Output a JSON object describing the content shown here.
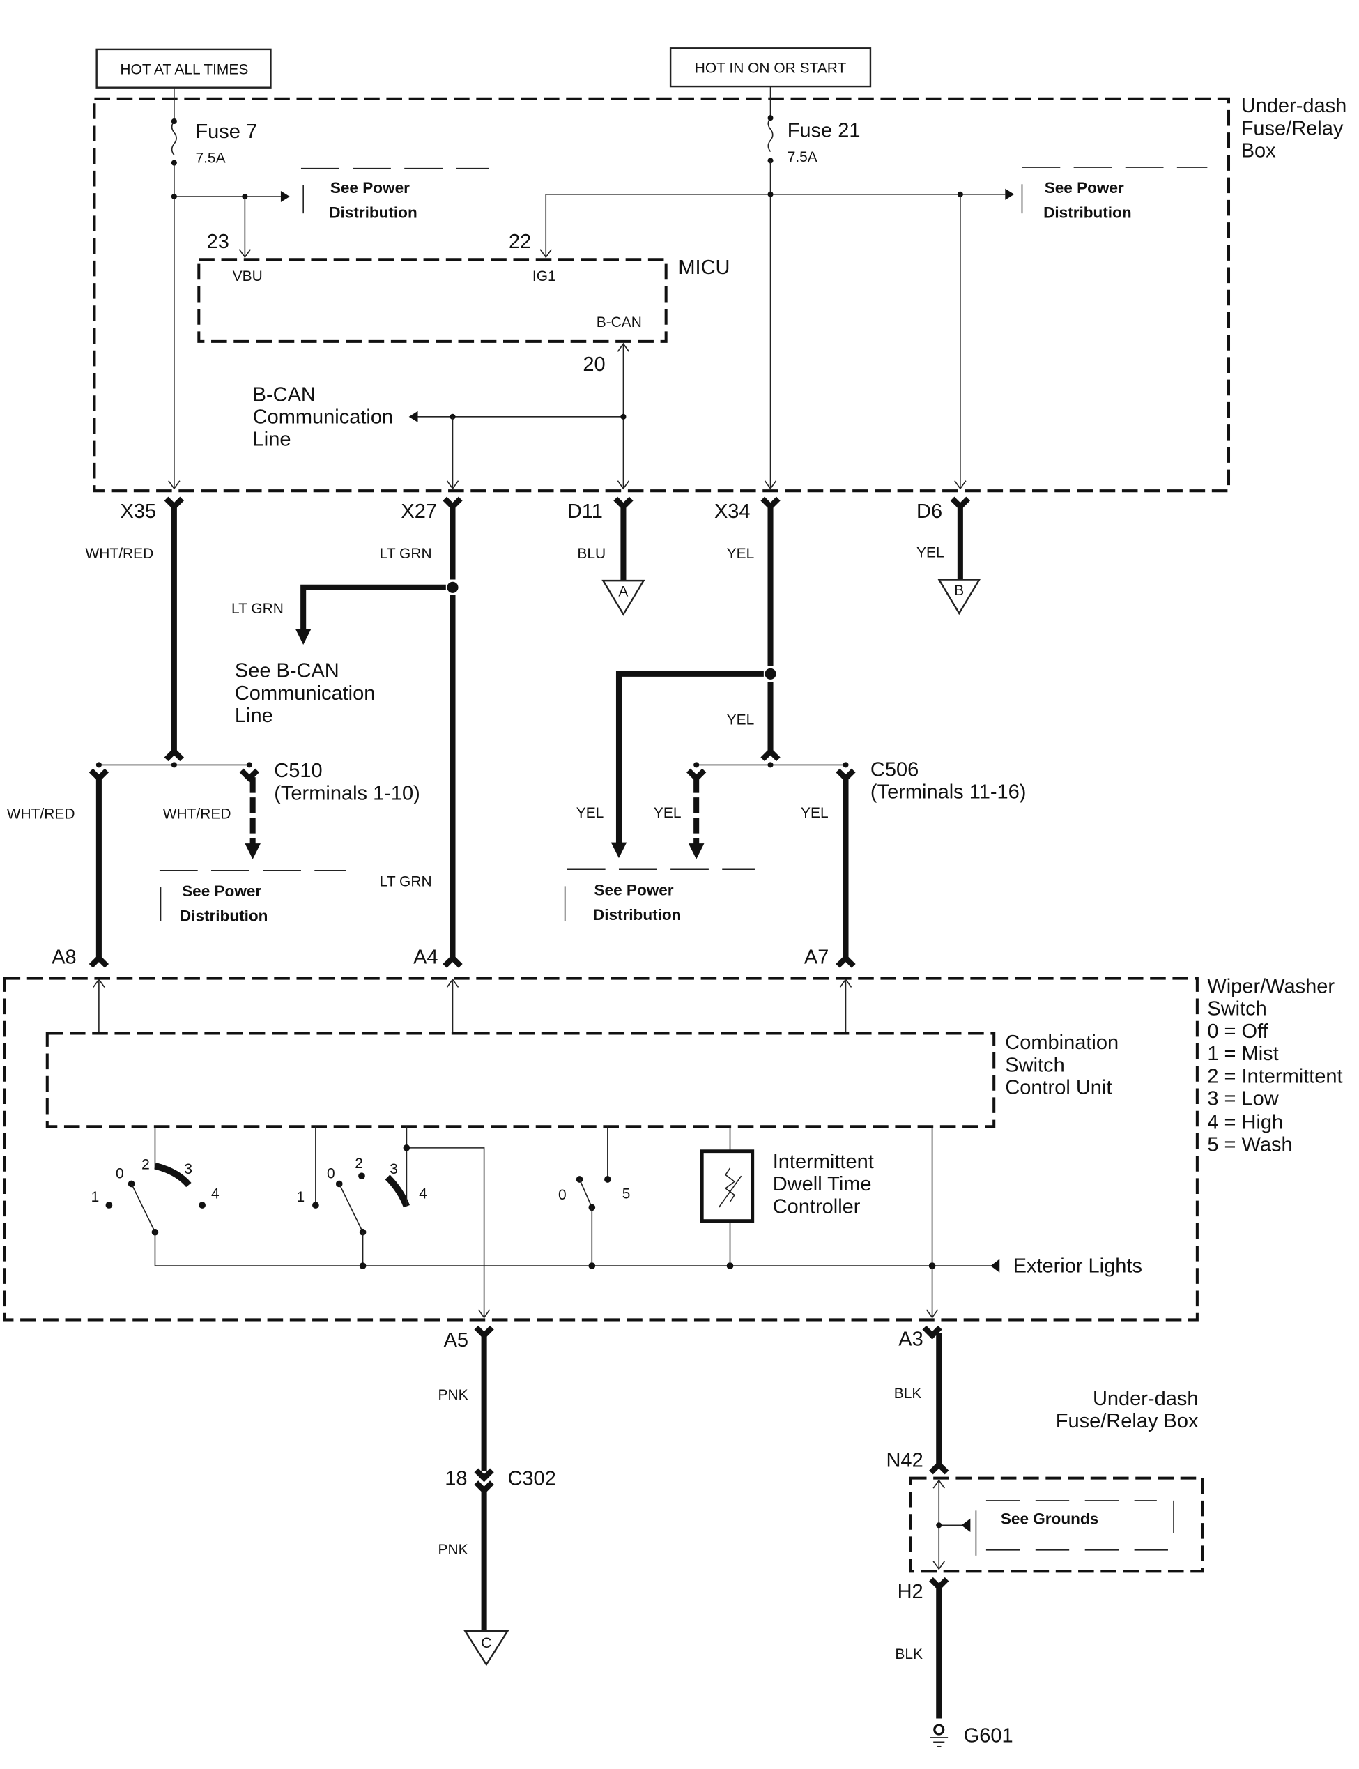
{
  "title_boxes": {
    "hot_all_times": "HOT AT ALL TIMES",
    "hot_on_start": "HOT IN ON OR START"
  },
  "underdash_box": {
    "line1": "Under-dash",
    "line2": "Fuse/Relay",
    "line3": "Box"
  },
  "fuse7": {
    "name": "Fuse 7",
    "rating": "7.5A"
  },
  "fuse21": {
    "name": "Fuse 21",
    "rating": "7.5A"
  },
  "see_power": {
    "line1": "See Power",
    "line2": "Distribution"
  },
  "micu": {
    "name": "MICU",
    "vbu": "VBU",
    "ig1": "IG1",
    "bcan": "B-CAN",
    "pin23": "23",
    "pin22": "22",
    "pin20": "20"
  },
  "bcan_line": {
    "line1": "B-CAN",
    "line2": "Communication",
    "line3": "Line"
  },
  "see_bcan": {
    "line1": "See B-CAN",
    "line2": "Communication",
    "line3": "Line"
  },
  "connectors": {
    "x35": "X35",
    "x27": "X27",
    "d11": "D11",
    "x34": "X34",
    "d6": "D6",
    "a8": "A8",
    "a4": "A4",
    "a7": "A7",
    "a5": "A5",
    "a3": "A3",
    "n42": "N42",
    "h2": "H2",
    "pin18": "18",
    "c302": "C302",
    "g601": "G601"
  },
  "wires": {
    "wht_red": "WHT/RED",
    "lt_grn": "LT GRN",
    "blu": "BLU",
    "yel": "YEL",
    "pnk": "PNK",
    "blk": "BLK"
  },
  "offpage": {
    "a": "A",
    "b": "B",
    "c": "C"
  },
  "c510": {
    "name": "C510",
    "terminals": "(Terminals 1-10)"
  },
  "c506": {
    "name": "C506",
    "terminals": "(Terminals 11-16)"
  },
  "wiper_switch": {
    "title1": "Wiper/Washer",
    "title2": "Switch",
    "legend": [
      "0 = Off",
      "1 = Mist",
      "2 = Intermittent",
      "3 = Low",
      "4 = High",
      "5 = Wash"
    ]
  },
  "combo_unit": {
    "line1": "Combination",
    "line2": "Switch",
    "line3": "Control Unit"
  },
  "dwell": {
    "line1": "Intermittent",
    "line2": "Dwell Time",
    "line3": "Controller"
  },
  "exterior_lights": "Exterior Lights",
  "switch_positions": {
    "p0": "0",
    "p1": "1",
    "p2": "2",
    "p3": "3",
    "p4": "4",
    "p5": "5"
  },
  "underdash_box2": {
    "line1": "Under-dash",
    "line2": "Fuse/Relay Box"
  },
  "see_grounds": "See Grounds"
}
